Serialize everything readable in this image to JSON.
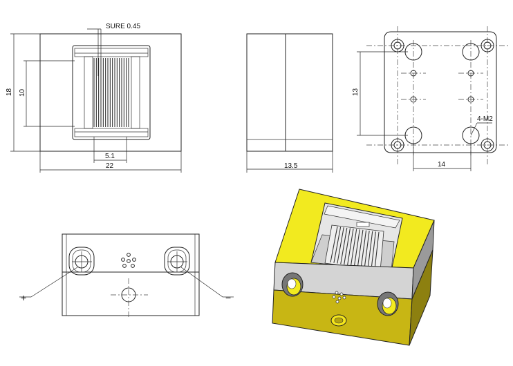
{
  "colors": {
    "line": "#222222",
    "yellow": "#f2ea1f",
    "olive": "#c8b614",
    "grey": "#d4d4d4",
    "dark_grey": "#8a8a8a",
    "background": "#ffffff"
  },
  "front_view": {
    "annotation": "SURE 0.45",
    "dim_width": "22",
    "dim_height": "18",
    "dim_inner_height": "10",
    "dim_fin_width": "5.1"
  },
  "side_view": {
    "dim_width": "13.5"
  },
  "top_view": {
    "dim_height": "13",
    "dim_hole_spacing": "14",
    "hole_callout": "4-M2"
  },
  "bottom_view": {
    "plus_label": "+",
    "minus_label": "−"
  }
}
